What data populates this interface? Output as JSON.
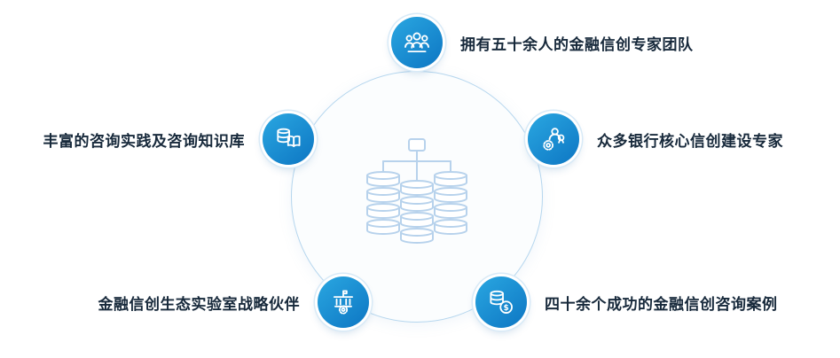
{
  "diagram": {
    "center": {
      "icon": "database-cluster-icon"
    },
    "nodes": [
      {
        "label": "拥有五十余人的金融信创专家团队",
        "icon": "team-icon",
        "position": "top"
      },
      {
        "label": "众多银行核心信创建设专家",
        "icon": "expert-medal-gear-icon",
        "position": "right"
      },
      {
        "label": "四十余个成功的金融信创咨询案例",
        "icon": "coins-dollar-icon",
        "position": "bottom-right"
      },
      {
        "label": "金融信创生态实验室战略伙伴",
        "icon": "bank-gear-icon",
        "position": "bottom-left"
      },
      {
        "label": "丰富的咨询实践及咨询知识库",
        "icon": "database-book-icon",
        "position": "left"
      }
    ],
    "colors": {
      "badge_blue_light": "#2aa7e1",
      "badge_blue_dark": "#0d76c3",
      "circle_border": "#b5d6ee",
      "label_text": "#17293b",
      "center_art": "#b7d2ec"
    }
  }
}
